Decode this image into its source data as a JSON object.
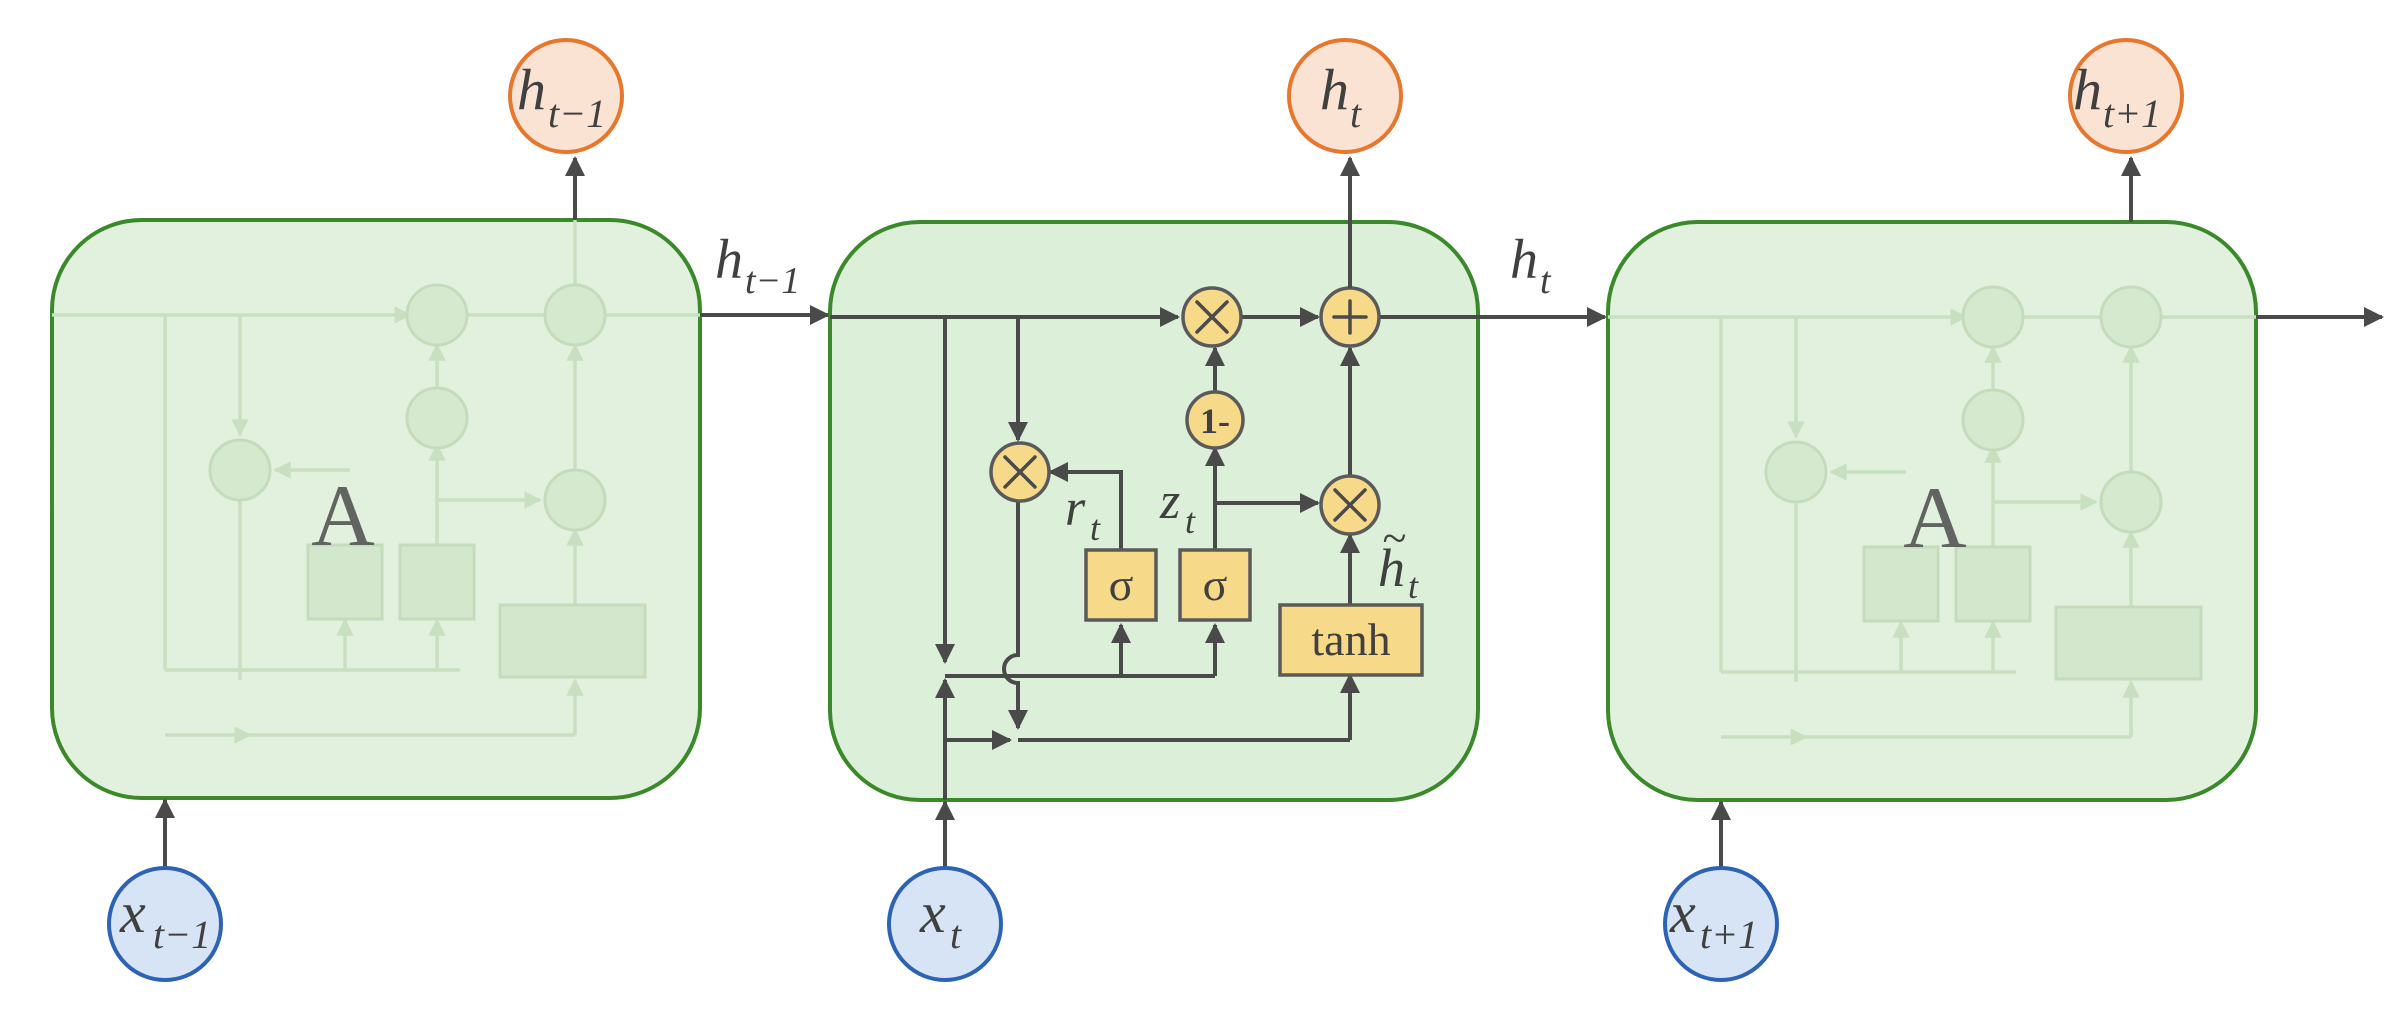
{
  "cells": {
    "left": {
      "label": "A",
      "input": "x",
      "input_sub": "t−1",
      "output": "h",
      "output_sub": "t−1"
    },
    "center": {
      "input": "x",
      "input_sub": "t",
      "output": "h",
      "output_sub": "t",
      "reset_gate_label": "r",
      "reset_gate_sub": "t",
      "update_gate_label": "z",
      "update_gate_sub": "t",
      "candidate_label": "h",
      "candidate_tilde": "~",
      "candidate_sub": "t",
      "sigma_1": "σ",
      "sigma_2": "σ",
      "tanh": "tanh",
      "one_minus": "1-"
    },
    "right": {
      "label": "A",
      "input": "x",
      "input_sub": "t+1",
      "output": "h",
      "output_sub": "t+1"
    }
  },
  "arrows": {
    "left_to_center": {
      "label": "h",
      "sub": "t−1"
    },
    "center_to_right": {
      "label": "h",
      "sub": "t"
    }
  },
  "icons": {
    "multiply": "multiply-icon",
    "add": "plus-icon"
  },
  "colors": {
    "cell_fill": "#dcefd8",
    "cell_border": "#3b8a2a",
    "gate_fill": "#f7d98a",
    "hidden_node_border": "#e8762c",
    "hidden_node_fill": "#fbe3d4",
    "input_node_border": "#2d63b4",
    "input_node_fill": "#d6e4f5"
  }
}
